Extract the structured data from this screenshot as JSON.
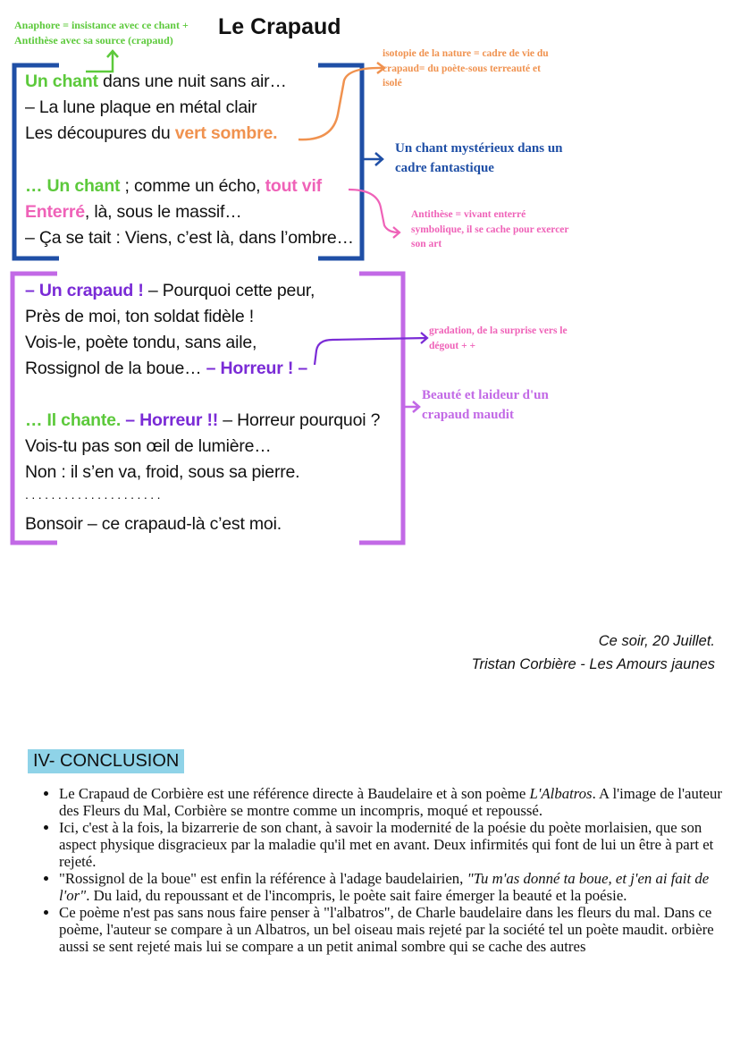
{
  "title": "Le Crapaud",
  "annotations": {
    "anaphore": [
      "Anaphore = insistance avec ce chant +",
      "Antithèse avec sa source (crapaud)"
    ],
    "isotopie": [
      "isotopie de la nature = cadre de vie du",
      "crapaud= du poète-sous terreauté et",
      "isolé"
    ],
    "chant_mysterieux": [
      "Un chant mystérieux dans un",
      "cadre fantastique"
    ],
    "antithese_vivant": [
      "Antithèse = vivant enterré",
      "symbolique, il se cache pour exercer",
      "son art"
    ],
    "gradation": [
      "gradation, de la surprise vers le",
      "dégout + +"
    ],
    "beaute": [
      "Beauté et laideur d'un",
      "crapaud maudit"
    ]
  },
  "poem": {
    "l1a": "Un chant",
    "l1b": " dans une nuit sans air…",
    "l2": "– La lune plaque en métal clair",
    "l3a": "Les découpures du ",
    "l3b": "vert sombre.",
    "l4a": "… Un chant",
    "l4b": " ; comme un écho, ",
    "l4c": "tout vif",
    "l5a": "Enterré",
    "l5b": ", là, sous le massif…",
    "l6": "– Ça se tait : Viens, c’est là, dans l’ombre…",
    "l7a": "– Un crapaud !",
    "l7b": " – Pourquoi cette peur,",
    "l8": "Près de moi, ton soldat fidèle !",
    "l9": "Vois-le, poète tondu, sans aile,",
    "l10a": "Rossignol de la boue… ",
    "l10b": "– Horreur ! –",
    "l11a": "… Il chante.",
    "l11b": " – Horreur !!",
    "l11c": " – Horreur pourquoi ?",
    "l12": "Vois-tu pas son œil de lumière…",
    "l13": "Non : il s’en va, froid, sous sa pierre.",
    "l14": ". . . . . . . . . . . . . . . . . . . . .",
    "l15": "Bonsoir – ce crapaud-là c’est moi."
  },
  "signature": {
    "date": "Ce soir, 20 Juillet.",
    "author": "Tristan Corbière - Les Amours jaunes"
  },
  "conclusion": {
    "heading": "IV- CONCLUSION",
    "b1a": "Le Crapaud de Corbière est une référence directe à Baudelaire et à son poème ",
    "b1b": "L'Albatros",
    "b1c": ". A l'image de l'auteur des Fleurs du Mal, Corbière se montre comme un incompris, moqué et repoussé.",
    "b2": "Ici, c'est à la fois, la bizarrerie de son chant, à savoir la modernité de la poésie du poète morlaisien, que son aspect physique disgracieux par la maladie qu'il met en avant. Deux infirmités qui font de lui un être à part et rejeté.",
    "b3a": "\"Rossignol de la boue\" est enfin la référence à l'adage baudelairien, ",
    "b3b": "\"Tu m'as donné ta boue, et j'en ai fait de l'or\"",
    "b3c": ". Du laid, du repoussant et de l'incompris, le poète sait faire émerger la beauté et la poésie.",
    "b4": "Ce poème n'est pas sans nous faire penser à \"l'albatros\", de Charle baudelaire dans les fleurs du mal. Dans ce poème, l'auteur se compare à un Albatros, un bel oiseau mais rejeté par la société tel un poète maudit. orbière aussi se sent rejeté mais lui se compare a un petit animal sombre qui se cache des autres"
  },
  "colors": {
    "green": "#5cc93b",
    "orange": "#f0924f",
    "pink": "#ef62b8",
    "blue": "#1f4fa6",
    "violet": "#7a2bd6",
    "lilac": "#c269e6",
    "heading_bg": "#8fd3e8"
  }
}
